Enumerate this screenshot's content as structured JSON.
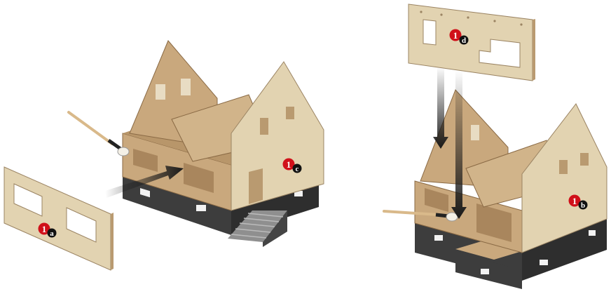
{
  "colors": {
    "wood_light": "#d9c7a6",
    "wood_mid": "#c9a87d",
    "wood_dark": "#a9865d",
    "wall_face": "#e2d3b1",
    "base_top": "#5a5a5a",
    "base_side": "#3d3d3d",
    "badge_red": "#d0101a",
    "badge_black": "#111111",
    "arrow": "#1a1a1a"
  },
  "labels": {
    "a": {
      "number": "1",
      "letter": "a"
    },
    "b": {
      "number": "1",
      "letter": "b"
    },
    "c": {
      "number": "1",
      "letter": "c"
    },
    "d": {
      "number": "1",
      "letter": "d"
    }
  },
  "icons": {
    "brush": "glue-brush-icon",
    "arrow": "insert-arrow-icon"
  }
}
